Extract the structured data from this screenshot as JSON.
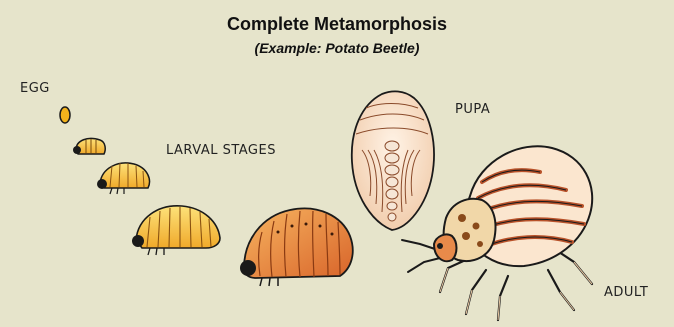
{
  "diagram": {
    "title": "Complete Metamorphosis",
    "subtitle": "(Example: Potato Beetle)",
    "labels": {
      "egg": "EGG",
      "larval": "LARVAL STAGES",
      "pupa": "PUPA",
      "adult": "ADULT"
    }
  },
  "colors": {
    "background": "#e6e4cb",
    "egg": "#f2b21c",
    "larva_small": "#f6c44a",
    "larva_large": "#e98a2e",
    "pupa": "#f4d9c2",
    "beetle_shell": "#fbe6cf",
    "beetle_stripe": "#b8522a",
    "outline": "#1a1a1a"
  }
}
